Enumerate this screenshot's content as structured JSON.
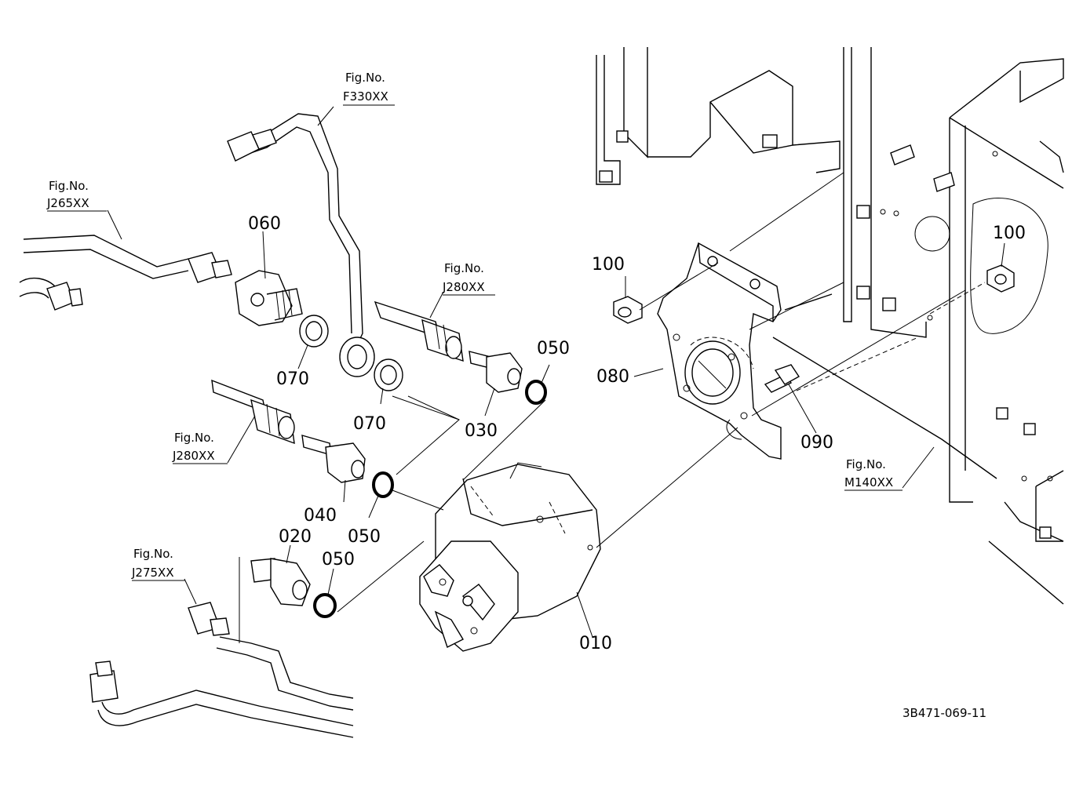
{
  "drawing_ref": "3B471-069-11",
  "part_labels": {
    "p010": "010",
    "p020": "020",
    "p030": "030",
    "p040": "040",
    "p050a": "050",
    "p050b": "050",
    "p050c": "050",
    "p060": "060",
    "p070a": "070",
    "p070b": "070",
    "p080": "080",
    "p090": "090",
    "p100a": "100",
    "p100b": "100"
  },
  "figure_refs": {
    "f330": {
      "prefix": "Fig.No.",
      "code": "F330XX"
    },
    "j265": {
      "prefix": "Fig.No.",
      "code": "J265XX"
    },
    "j280a": {
      "prefix": "Fig.No.",
      "code": "J280XX"
    },
    "j280b": {
      "prefix": "Fig.No.",
      "code": "J280XX"
    },
    "j275": {
      "prefix": "Fig.No.",
      "code": "J275XX"
    },
    "m140": {
      "prefix": "Fig.No.",
      "code": "M140XX"
    }
  }
}
